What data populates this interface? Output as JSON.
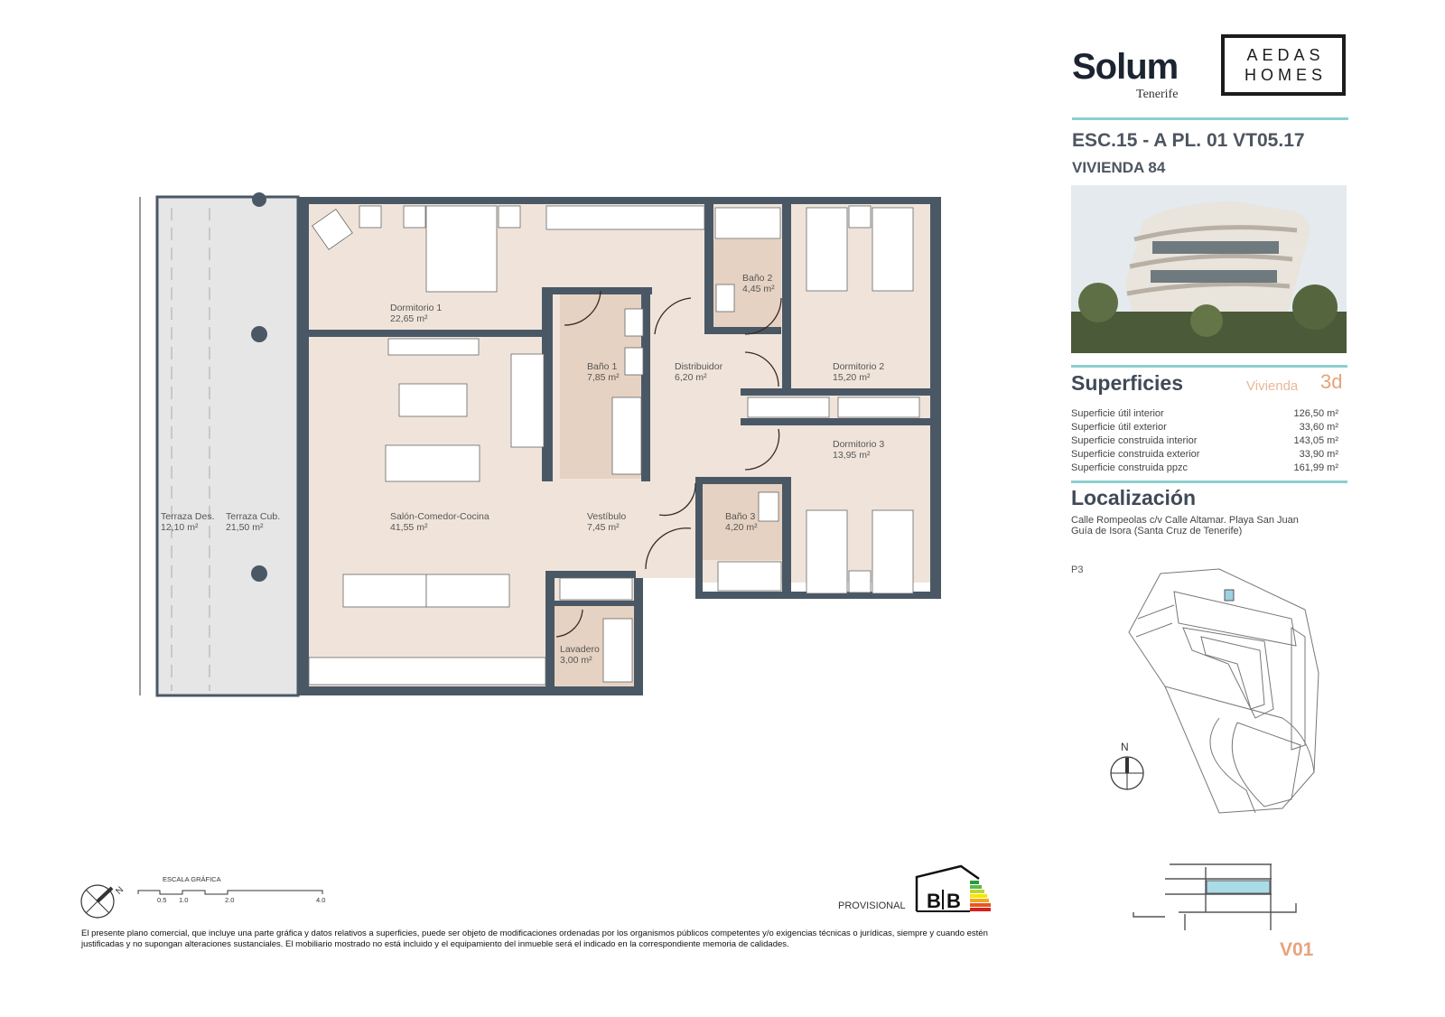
{
  "header": {
    "brand": "Solum",
    "brand_sub": "Tenerife",
    "developer_line1": "AEDAS",
    "developer_line2": "HOMES",
    "unit_code": "ESC.15 - A  PL. 01 VT05.17",
    "unit_name": "VIVIENDA 84"
  },
  "superficies": {
    "title": "Superficies",
    "type_label": "Vivienda",
    "type_value": "3d",
    "rows": [
      {
        "label": "Superficie útil interior",
        "value": "126,50 m²"
      },
      {
        "label": "Superficie útil exterior",
        "value": "33,60 m²"
      },
      {
        "label": "Superficie construida interior",
        "value": "143,05 m²"
      },
      {
        "label": "Superficie construida exterior",
        "value": "33,90 m²"
      },
      {
        "label": "Superficie construida ppzc",
        "value": "161,99 m²"
      }
    ]
  },
  "localizacion": {
    "title": "Localización",
    "line1": "Calle Rompeolas c/v Calle Altamar. Playa San Juan",
    "line2": "Guía de Isora (Santa Cruz de Tenerife)",
    "site_plan_label": "P3",
    "north_label": "N"
  },
  "plan": {
    "rooms": [
      {
        "name": "Dormitorio 1",
        "area": "22,65 m²"
      },
      {
        "name": "Baño 2",
        "area": "4,45 m²"
      },
      {
        "name": "Baño 1",
        "area": "7,85 m²"
      },
      {
        "name": "Distribuidor",
        "area": "6,20 m²"
      },
      {
        "name": "Dormitorio 2",
        "area": "15,20 m²"
      },
      {
        "name": "Dormitorio 3",
        "area": "13,95 m²"
      },
      {
        "name": "Terraza Des.",
        "area": "12,10 m²"
      },
      {
        "name": "Terraza Cub.",
        "area": "21,50 m²"
      },
      {
        "name": "Salón-Comedor-Cocina",
        "area": "41,55 m²"
      },
      {
        "name": "Vestíbulo",
        "area": "7,45 m²"
      },
      {
        "name": "Baño 3",
        "area": "4,20 m²"
      },
      {
        "name": "Lavadero",
        "area": "3,00 m²"
      }
    ],
    "colors": {
      "wall": "#4a5866",
      "room": "#f0e4da",
      "wet_room": "#e6d2c2",
      "terrace": "#e6e6e6"
    }
  },
  "scale": {
    "title": "ESCALA GRÁFICA",
    "ticks": [
      "0.5",
      "1.0",
      "2.0",
      "4.0"
    ]
  },
  "energy": {
    "status": "PROVISIONAL",
    "rating_consumption": "B",
    "rating_emissions": "B"
  },
  "footer": {
    "disclaimer": "El presente plano comercial, que incluye una parte gráfica y datos relativos a superficies, puede ser objeto de modificaciones ordenadas por los organismos públicos competentes y/o exigencias técnicas o jurídicas, siempre y cuando estén justificadas y no supongan alteraciones sustanciales. El mobiliario mostrado no está incluido y el equipamiento del inmueble será el indicado en la correspondiente memoria de calidades.",
    "version": "V01"
  }
}
